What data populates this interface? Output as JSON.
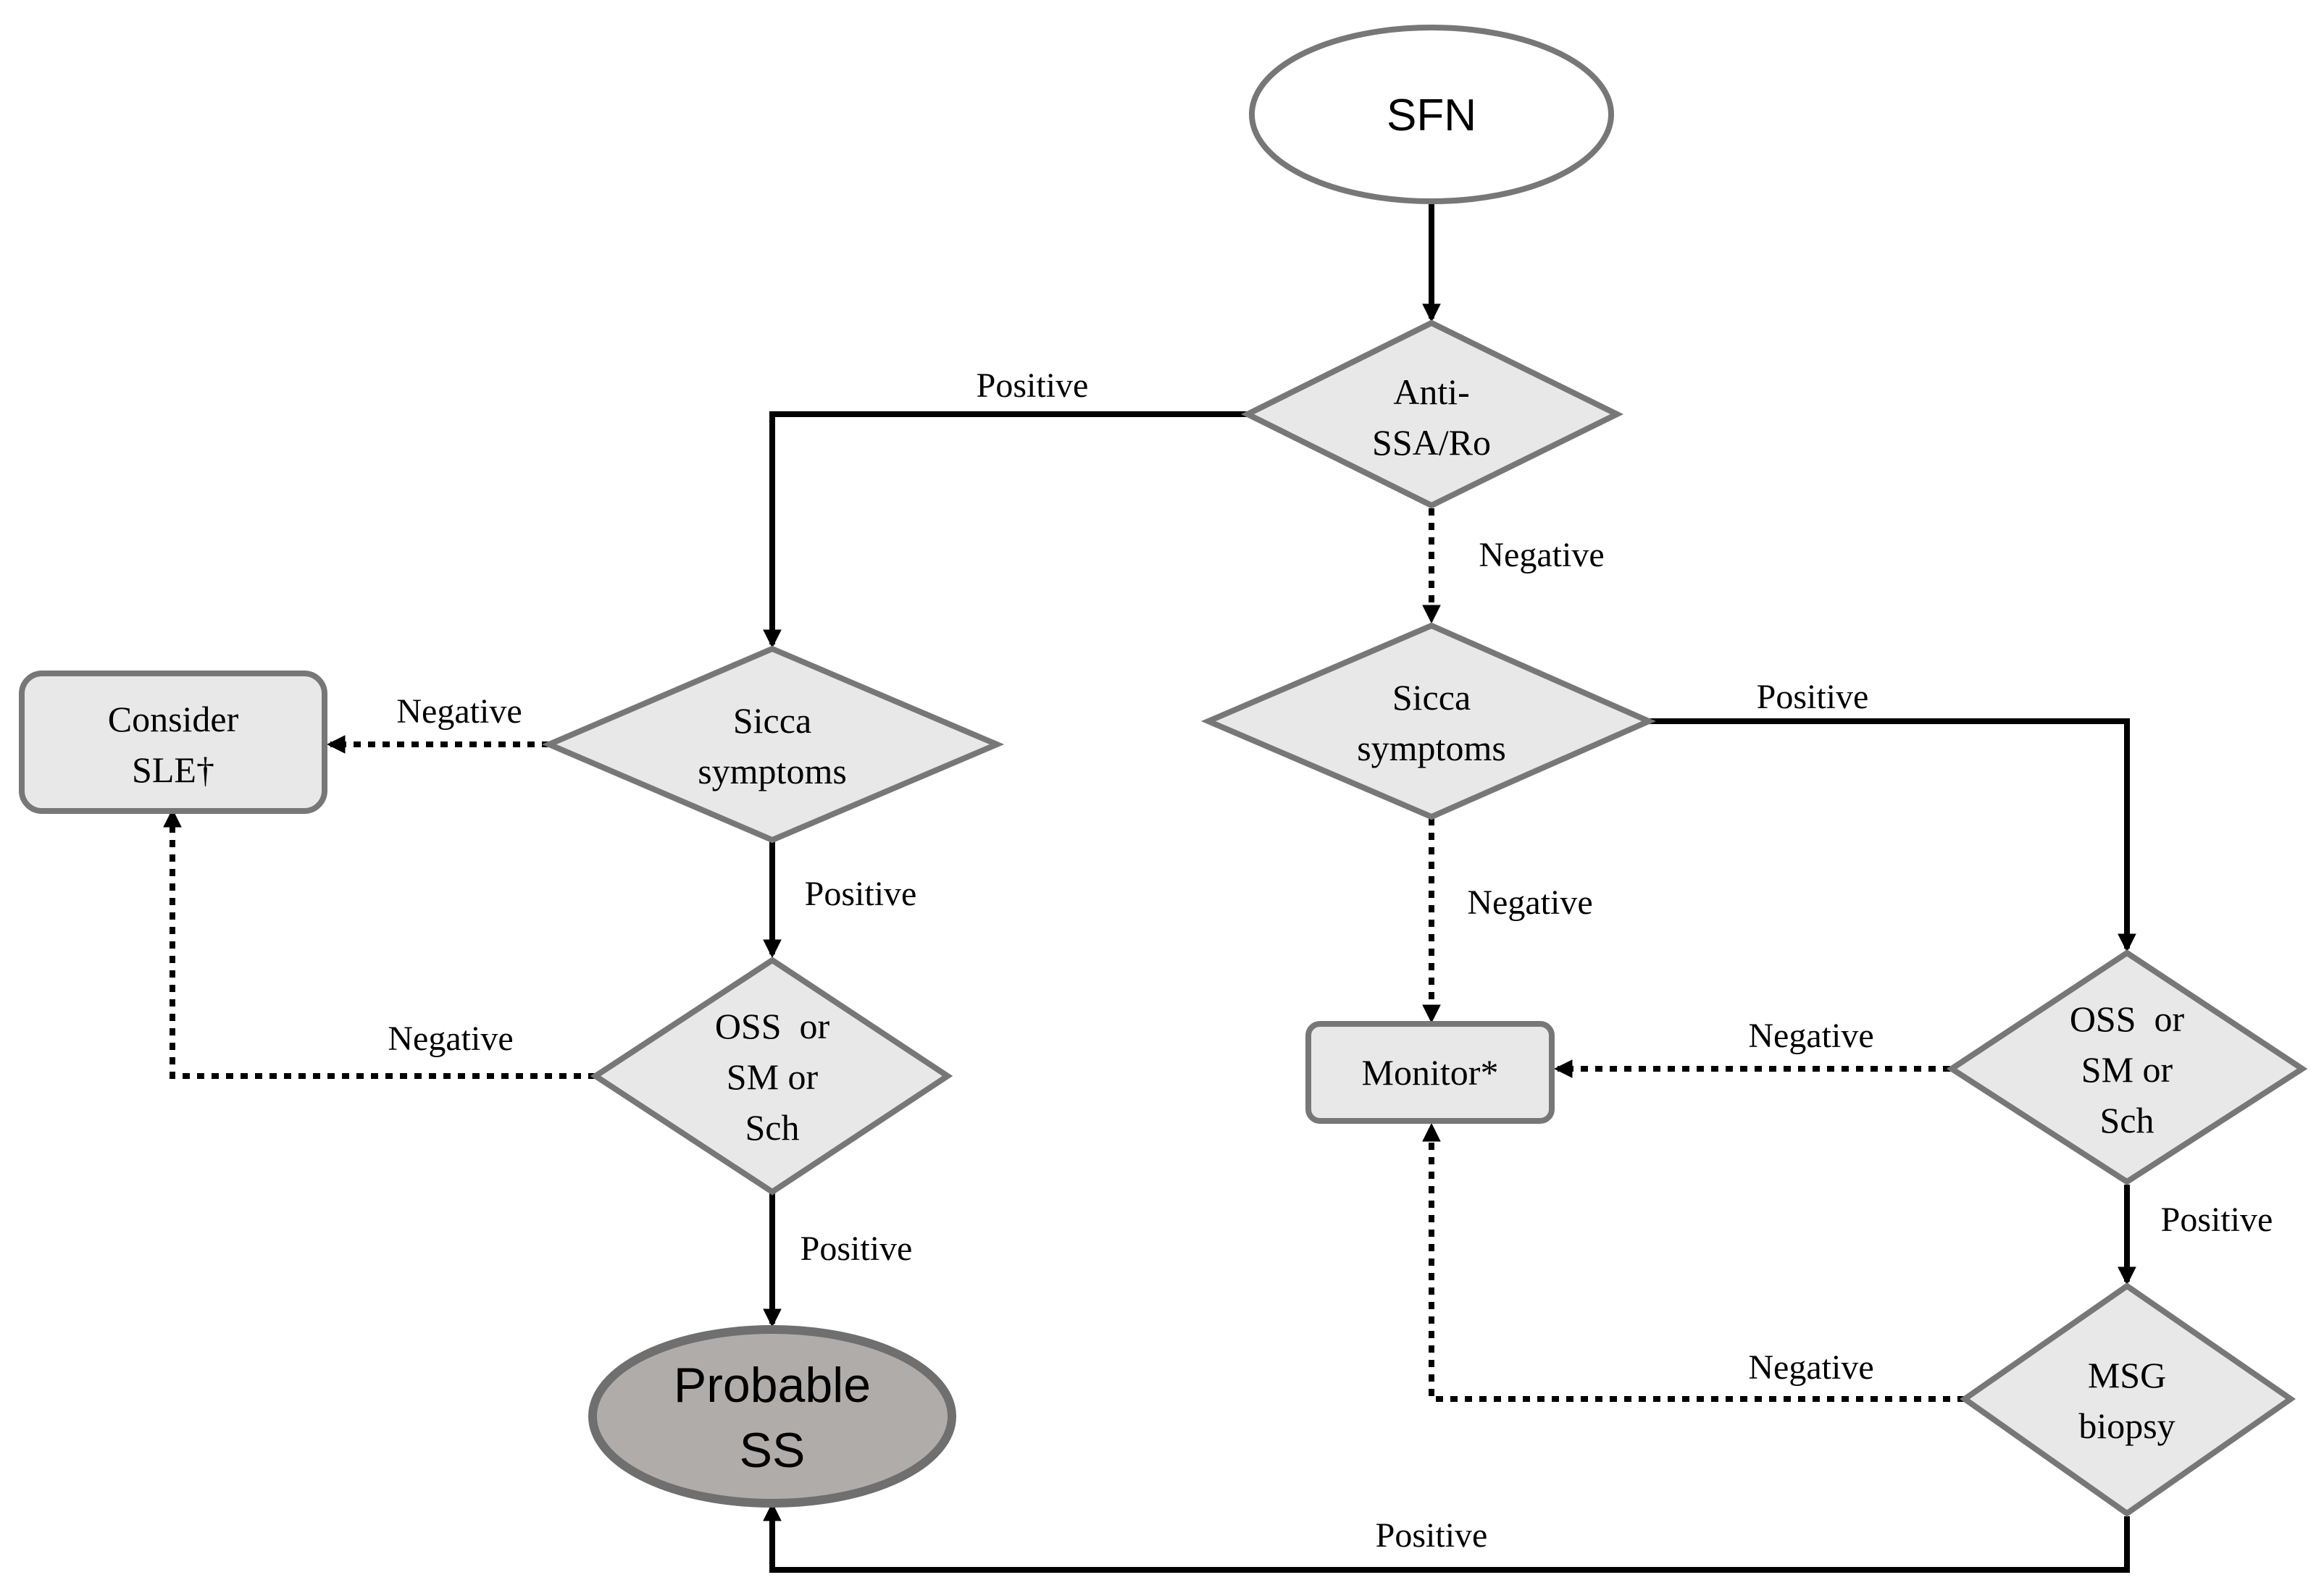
{
  "nodes": {
    "start": "SFN",
    "anti_ssa": [
      "Anti-",
      "SSA/Ro"
    ],
    "sicca_left": [
      "Sicca",
      "symptoms"
    ],
    "sicca_right": [
      "Sicca",
      "symptoms"
    ],
    "consider_sle": [
      "Consider",
      "SLE†"
    ],
    "oss_left": [
      "OSS  or",
      "SM or",
      "Sch"
    ],
    "oss_right": [
      "OSS  or",
      "SM or",
      "Sch"
    ],
    "monitor": "Monitor*",
    "msg_biopsy": [
      "MSG",
      "biopsy"
    ],
    "probable_ss": [
      "Probable",
      "SS"
    ]
  },
  "edges": {
    "anti_to_sicca_left": "Positive",
    "anti_to_sicca_right": "Negative",
    "sicca_left_to_consider": "Negative",
    "sicca_left_to_oss_left": "Positive",
    "oss_left_to_consider": "Negative",
    "oss_left_to_probable": "Positive",
    "sicca_right_to_oss_right": "Positive",
    "sicca_right_to_monitor": "Negative",
    "oss_right_to_monitor": "Negative",
    "oss_right_to_msg": "Positive",
    "msg_to_monitor": "Negative",
    "msg_to_probable": "Positive"
  },
  "colors": {
    "node_fill": "#e8e8e8",
    "node_stroke": "#777777",
    "terminal_fill": "#b0aca9",
    "line": "#000000"
  }
}
